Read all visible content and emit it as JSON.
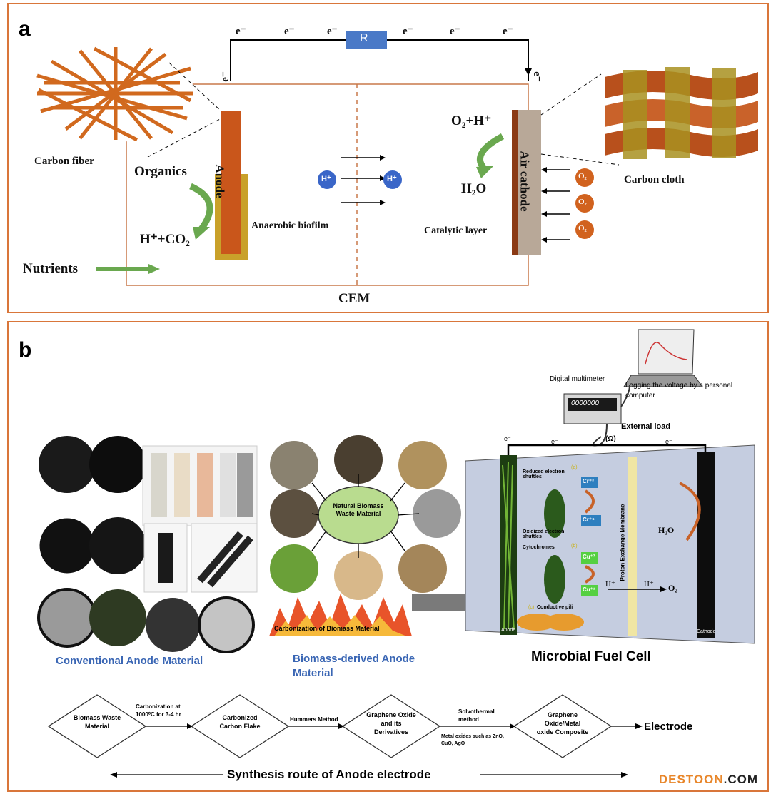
{
  "panel_a": {
    "letter": "a",
    "electron": "e⁻",
    "resistor": "R",
    "carbon_fiber": "Carbon fiber",
    "carbon_cloth": "Carbon cloth",
    "organics": "Organics",
    "anode": "Anode",
    "h_co2": "H⁺+CO₂",
    "anaerobic_biofilm": "Anaerobic biofilm",
    "proton": "H⁺",
    "o2_h": "O₂+H⁺",
    "h2o": "H₂O",
    "air_cathode": "Air cathode",
    "o2": "O₂",
    "catalytic_layer": "Catalytic layer",
    "nutrients": "Nutrients",
    "cem": "CEM"
  },
  "panel_b": {
    "letter": "b",
    "digital_multimeter": "Digital multimeter",
    "multimeter_display": "0000000",
    "logging": "Logging the voltage by a personal computer",
    "external_load": "External load",
    "ohm": "(Ω)",
    "electron": "e⁻",
    "natural_biomass": "Natural Biomass Waste Material",
    "carbonization": "Carbonization of Biomass Material",
    "conventional": "Conventional Anode Material",
    "biomass_derived": "Biomass-derived Anode Material",
    "mfc": "Microbial Fuel Cell",
    "pem": "Proton Exchange Membrane",
    "reduced_shuttles": "Reduced electron shuttles",
    "oxidized_shuttles": "Oxidized electron shuttles",
    "cytochromes": "Cytochromes",
    "conductive_pili": "Conductive pili",
    "cr6": "Cr⁺⁶",
    "cr3": "Cr⁺³",
    "cu2": "Cu⁺²",
    "cu1": "Cu⁺¹",
    "tag_a": "(a)",
    "tag_b": "(b)",
    "tag_c": "(c)",
    "h_plus": "H⁺",
    "o2": "O₂",
    "h2o": "H₂O",
    "anode": "Anode",
    "cathode": "Cathode",
    "flow": {
      "step1": "Biomass Waste Material",
      "arrow1": "Carbonization at 1000⁰C for 3-4 hr",
      "step2": "Carbonized Carbon Flake",
      "arrow2": "Hummers Method",
      "step3": "Graphene Oxide and its Derivatives",
      "arrow3": "Solvothermal method",
      "note3": "Metal oxides such as ZnO, CuO, AgO",
      "step4": "Graphene Oxide/Metal oxide Composite",
      "end": "Electrode"
    },
    "synthesis_route": "Synthesis route of Anode electrode"
  },
  "watermark": {
    "left": "DESTOON",
    "right": ".COM"
  },
  "colors": {
    "border": "#d9763a",
    "anode": "#c9561b",
    "green": "#6aa84f",
    "blue": "#3a66b4",
    "resistor": "#4a79c7"
  }
}
